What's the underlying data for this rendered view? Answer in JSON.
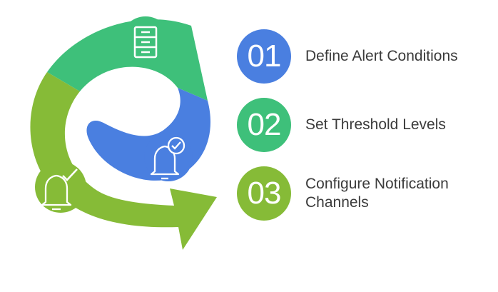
{
  "colors": {
    "blue": "#4a7fe0",
    "teal": "#3ec07a",
    "green": "#86bb37",
    "icon_stroke": "#ffffff"
  },
  "icons": [
    "filing-cabinet-icon",
    "bell-check-icon",
    "bell-check-icon"
  ],
  "steps": [
    {
      "number": "01",
      "label": "Define Alert Conditions",
      "color": "#4a7fe0"
    },
    {
      "number": "02",
      "label": "Set Threshold Levels",
      "color": "#3ec07a"
    },
    {
      "number": "03",
      "label": "Configure Notification Channels",
      "color": "#86bb37"
    }
  ]
}
